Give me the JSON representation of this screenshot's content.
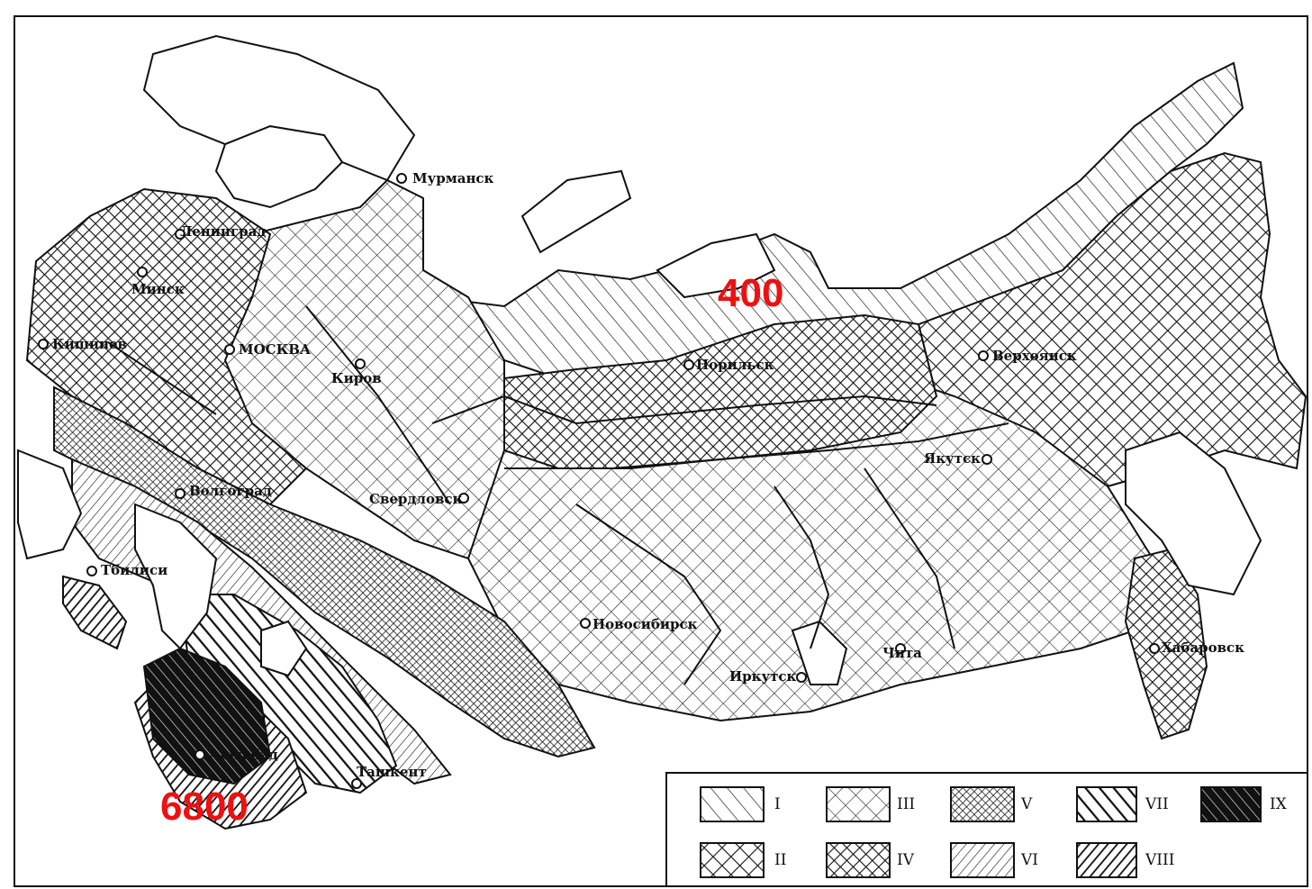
{
  "map": {
    "cities": [
      {
        "id": "murmansk",
        "label": "Мурманск"
      },
      {
        "id": "leningrad",
        "label": "Ленинград"
      },
      {
        "id": "minsk",
        "label": "Минск"
      },
      {
        "id": "kishinev",
        "label": "Кишинев"
      },
      {
        "id": "moskva",
        "label": "МОСКВА"
      },
      {
        "id": "kirov",
        "label": "Киров"
      },
      {
        "id": "norilsk",
        "label": "Норильск"
      },
      {
        "id": "verkhoyansk",
        "label": "Верхоянск"
      },
      {
        "id": "yakutsk",
        "label": "Якутск"
      },
      {
        "id": "volgograd",
        "label": "Волгоград"
      },
      {
        "id": "sverdlovsk",
        "label": "Свердловск"
      },
      {
        "id": "tbilisi",
        "label": "Тбилиси"
      },
      {
        "id": "novosibirsk",
        "label": "Новосибирск"
      },
      {
        "id": "khabarovsk",
        "label": "Хабаровск"
      },
      {
        "id": "chita",
        "label": "Чита"
      },
      {
        "id": "irkutsk",
        "label": "Иркутск"
      },
      {
        "id": "ashkhabad",
        "label": "Ашхабад"
      },
      {
        "id": "tashkent",
        "label": "Ташкент"
      }
    ],
    "annotations": [
      {
        "id": "north",
        "value": "400",
        "color": "#ee1111"
      },
      {
        "id": "south",
        "value": "6800",
        "color": "#ee1111"
      }
    ]
  },
  "legend": {
    "items": [
      {
        "label": "I"
      },
      {
        "label": "II"
      },
      {
        "label": "III"
      },
      {
        "label": "IV"
      },
      {
        "label": "V"
      },
      {
        "label": "VI"
      },
      {
        "label": "VII"
      },
      {
        "label": "VIII"
      },
      {
        "label": "IX"
      }
    ]
  }
}
